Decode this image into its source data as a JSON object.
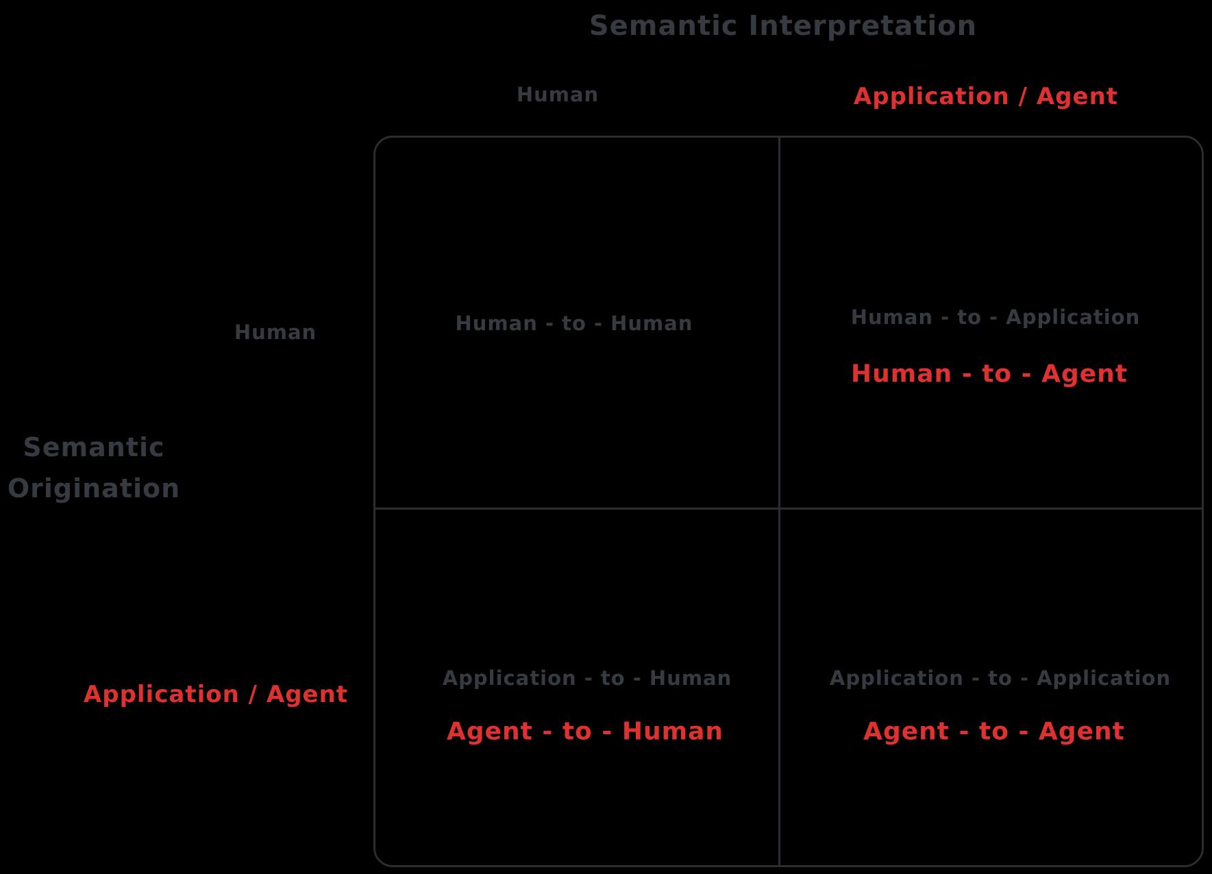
{
  "colors": {
    "background": "#000000",
    "muted_text": "#363b41",
    "accent_text": "#e03131",
    "line": "#2a2d31"
  },
  "x_axis": {
    "title": "Semantic Interpretation",
    "col_human": "Human",
    "col_application_agent": "Application / Agent"
  },
  "y_axis": {
    "title_line1": "Semantic",
    "title_line2": "Origination",
    "row_human": "Human",
    "row_application_agent": "Application / Agent"
  },
  "quadrants": {
    "top_left": {
      "primary": "Human - to - Human"
    },
    "top_right": {
      "primary": "Human - to - Application",
      "secondary": "Human - to - Agent"
    },
    "bottom_left": {
      "primary": "Application - to - Human",
      "secondary": "Agent - to - Human"
    },
    "bottom_right": {
      "primary": "Application - to - Application",
      "secondary": "Agent - to - Agent"
    }
  }
}
